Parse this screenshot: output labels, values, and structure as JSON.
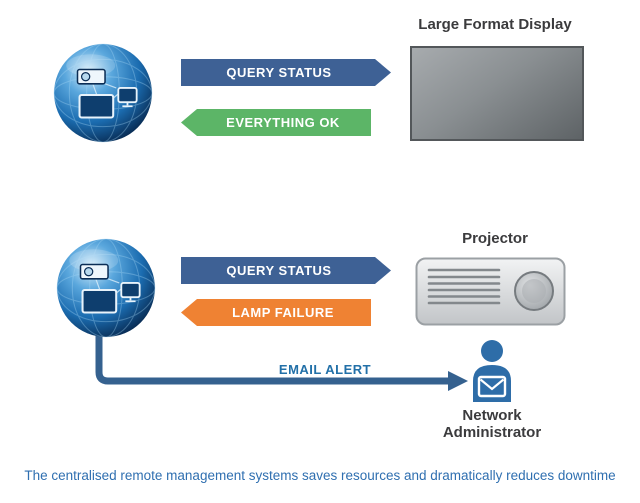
{
  "top_flow": {
    "device_label": "Large Format Display",
    "query_label": "QUERY STATUS",
    "response_label": "EVERYTHING OK"
  },
  "bottom_flow": {
    "device_label": "Projector",
    "query_label": "QUERY STATUS",
    "response_label": "LAMP FAILURE",
    "email_label": "EMAIL ALERT",
    "admin_label": "Network Administrator"
  },
  "caption": "The centralised remote management systems saves resources and dramatically reduces downtime",
  "colors": {
    "query_arrow": "#3e6195",
    "ok_arrow": "#5cb567",
    "failure_arrow": "#ef8233",
    "email_line": "#35618f",
    "email_text": "#2270a8",
    "caption_text": "#2f6fb0",
    "heading_text": "#3b3b3d",
    "person": "#2e6da8"
  },
  "icons": {
    "globe": "network-globe-icon",
    "display": "large-format-display-graphic",
    "projector": "projector-graphic",
    "administrator": "network-administrator-icon",
    "envelope": "envelope-icon",
    "email_path": "email-alert-arrow"
  }
}
